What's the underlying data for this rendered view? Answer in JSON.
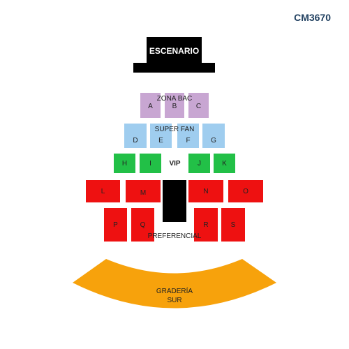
{
  "venue_code": "CM3670",
  "stage": {
    "label": "ESCENARIO"
  },
  "colors": {
    "zona_bac": "#c8a6d2",
    "super_fan": "#9fcdef",
    "vip": "#22c047",
    "preferencial": "#ee1111",
    "graderia": "#f7a20c",
    "stage": "#000000",
    "code_text": "#1f3f5f"
  },
  "zones": {
    "zona_bac": {
      "label": "ZONA BAC",
      "sections": [
        "A",
        "B",
        "C"
      ]
    },
    "super_fan": {
      "label": "SUPER FAN",
      "sections": [
        "D",
        "E",
        "F",
        "G"
      ]
    },
    "vip": {
      "label": "VIP",
      "sections": [
        "H",
        "I",
        "J",
        "K"
      ]
    },
    "preferencial": {
      "label": "PREFERENCIAL",
      "sections": [
        "L",
        "M",
        "N",
        "O",
        "P",
        "Q",
        "R",
        "S"
      ]
    },
    "graderia": {
      "label_line1": "GRADERÍA",
      "label_line2": "SUR"
    }
  }
}
